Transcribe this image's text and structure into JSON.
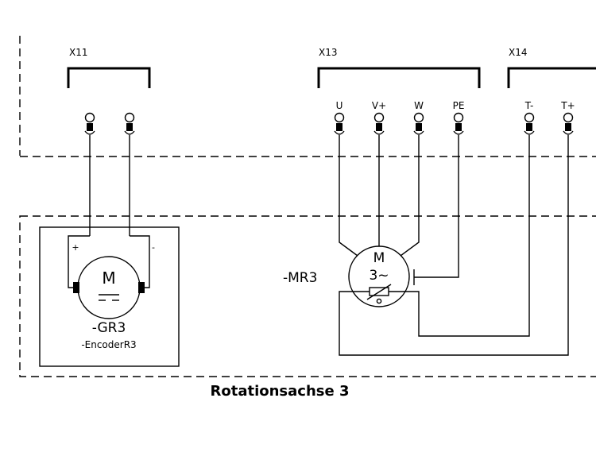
{
  "connectors": {
    "x11": "X11",
    "x13": "X13",
    "x14": "X14"
  },
  "terminals": {
    "u": "U",
    "v_plus": "V+",
    "w": "W",
    "pe": "PE",
    "t_minus": "T-",
    "t_plus": "T+"
  },
  "encoder": {
    "plus": "+",
    "minus": "-",
    "symbol": "M",
    "tag": "-GR3",
    "name": "-EncoderR3"
  },
  "motor": {
    "tag": "-MR3",
    "symbol_line1": "M",
    "symbol_line2": "3~"
  },
  "caption": "Rotationsachse 3"
}
